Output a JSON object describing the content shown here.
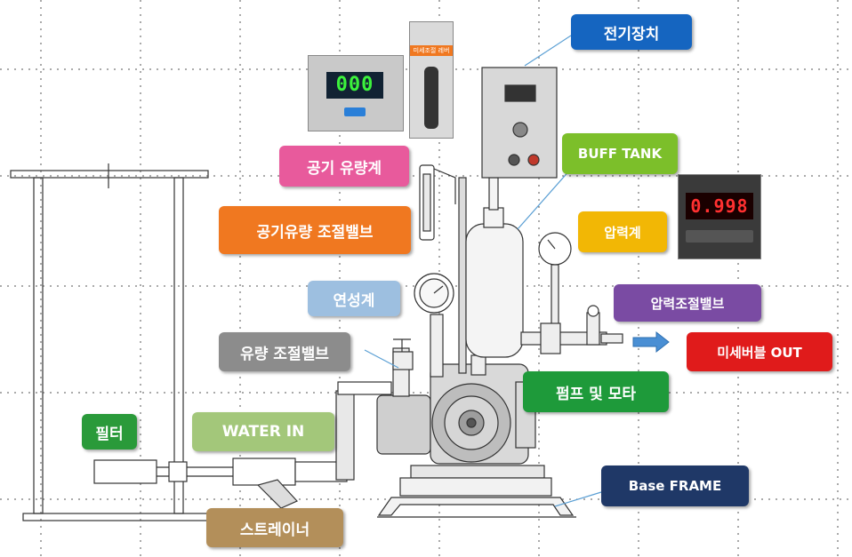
{
  "labels": {
    "electric": "전기장치",
    "buff_tank": "BUFF TANK",
    "air_flowmeter": "공기 유량계",
    "air_flow_valve": "공기유량 조절밸브",
    "pressure_gauge": "압력계",
    "compound_gauge": "연성계",
    "pressure_valve": "압력조절밸브",
    "flow_valve": "유량 조절밸브",
    "microbubble_out": "미세버블 OUT",
    "pump_motor": "펌프 및 모타",
    "filter": "필터",
    "water_in": "WATER IN",
    "base_frame": "Base FRAME",
    "strainer": "스트레이너"
  },
  "photos": {
    "flow_display": "000",
    "valve_photo_caption": "미세조절 레버",
    "pressure_display": "0.998"
  },
  "colors": {
    "electric": "#1565c0",
    "buff_tank": "#7cbf2a",
    "air_flowmeter": "#e85a9c",
    "air_flow_valve": "#f07820",
    "pressure_gauge": "#f2b705",
    "compound_gauge": "#9dbfe0",
    "pressure_valve": "#7a4ba3",
    "flow_valve": "#8c8c8c",
    "microbubble_out": "#e01b1b",
    "pump_motor": "#1e9a3a",
    "filter": "#2a9a3a",
    "water_in": "#a3c77a",
    "base_frame": "#1f3867",
    "strainer": "#b38f5a"
  }
}
